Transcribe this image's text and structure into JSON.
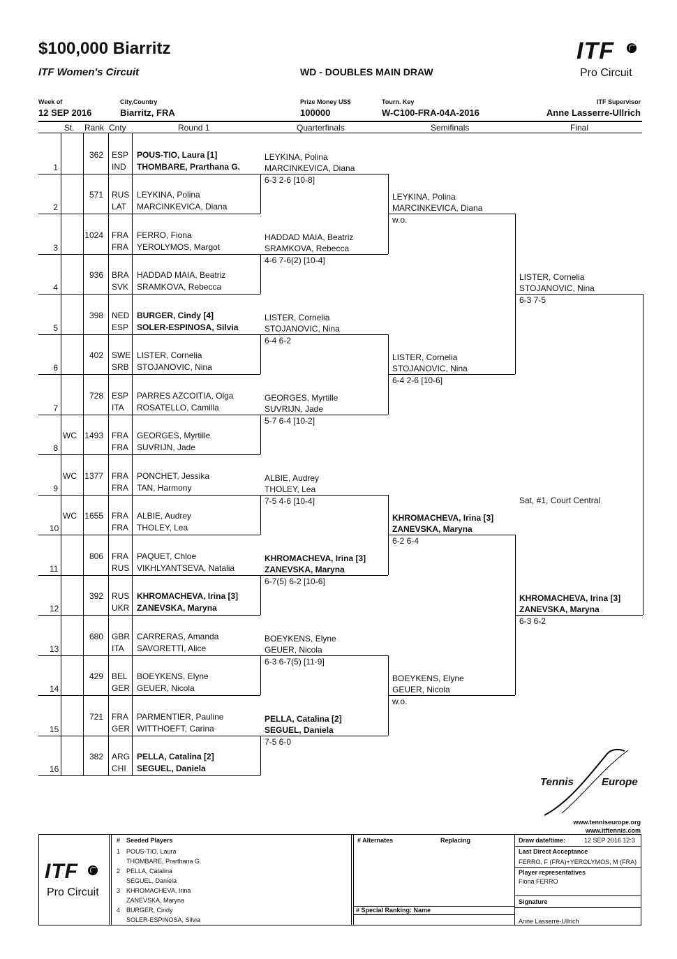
{
  "header": {
    "title": "$100,000 Biarritz",
    "circuit": "ITF Women's Circuit",
    "draw_name": "WD - DOUBLES MAIN DRAW",
    "logo_top": "ITF",
    "logo_bottom": "Pro Circuit"
  },
  "info": {
    "week_label": "Week of",
    "week_value": "12 SEP 2016",
    "city_label": "City,Country",
    "city_value": "Biarritz, FRA",
    "prize_label": "Prize Money US$",
    "prize_value": "100000",
    "key_label": "Tourn. Key",
    "key_value": "W-C100-FRA-04A-2016",
    "sup_label": "ITF Supervisor",
    "sup_value": "Anne Lasserre-Ullrich"
  },
  "columns": {
    "st": "St.",
    "rank": "Rank",
    "cnty": "Cnty",
    "r1": "Round  1",
    "qf": "Quarterfinals",
    "sf": "Semifinals",
    "f": "Final"
  },
  "entries": [
    {
      "n": "1",
      "st": "",
      "rank": "362",
      "c1": "ESP",
      "c2": "IND",
      "p1": "POUS-TIO, Laura [1]",
      "p2": "THOMBARE, Prarthana G.",
      "bold": true
    },
    {
      "n": "2",
      "st": "",
      "rank": "571",
      "c1": "RUS",
      "c2": "LAT",
      "p1": "LEYKINA, Polina",
      "p2": "MARCINKEVICA, Diana",
      "bold": false
    },
    {
      "n": "3",
      "st": "",
      "rank": "1024",
      "c1": "FRA",
      "c2": "FRA",
      "p1": "FERRO, Fiona",
      "p2": "YEROLYMOS, Margot",
      "bold": false
    },
    {
      "n": "4",
      "st": "",
      "rank": "936",
      "c1": "BRA",
      "c2": "SVK",
      "p1": "HADDAD MAIA, Beatriz",
      "p2": "SRAMKOVA, Rebecca",
      "bold": false
    },
    {
      "n": "5",
      "st": "",
      "rank": "398",
      "c1": "NED",
      "c2": "ESP",
      "p1": "BURGER, Cindy [4]",
      "p2": "SOLER-ESPINOSA, Silvia",
      "bold": true
    },
    {
      "n": "6",
      "st": "",
      "rank": "402",
      "c1": "SWE",
      "c2": "SRB",
      "p1": "LISTER, Cornelia",
      "p2": "STOJANOVIC, Nina",
      "bold": false
    },
    {
      "n": "7",
      "st": "",
      "rank": "728",
      "c1": "ESP",
      "c2": "ITA",
      "p1": "PARRES AZCOITIA, Olga",
      "p2": "ROSATELLO, Camilla",
      "bold": false
    },
    {
      "n": "8",
      "st": "WC",
      "rank": "1493",
      "c1": "FRA",
      "c2": "FRA",
      "p1": "GEORGES, Myrtille",
      "p2": "SUVRIJN, Jade",
      "bold": false
    },
    {
      "n": "9",
      "st": "WC",
      "rank": "1377",
      "c1": "FRA",
      "c2": "FRA",
      "p1": "PONCHET, Jessika",
      "p2": "TAN, Harmony",
      "bold": false
    },
    {
      "n": "10",
      "st": "WC",
      "rank": "1655",
      "c1": "FRA",
      "c2": "FRA",
      "p1": "ALBIE, Audrey",
      "p2": "THOLEY, Lea",
      "bold": false
    },
    {
      "n": "11",
      "st": "",
      "rank": "806",
      "c1": "FRA",
      "c2": "RUS",
      "p1": "PAQUET, Chloe",
      "p2": "VIKHLYANTSEVA, Natalia",
      "bold": false
    },
    {
      "n": "12",
      "st": "",
      "rank": "392",
      "c1": "RUS",
      "c2": "UKR",
      "p1": "KHROMACHEVA, Irina [3]",
      "p2": "ZANEVSKA, Maryna",
      "bold": true
    },
    {
      "n": "13",
      "st": "",
      "rank": "680",
      "c1": "GBR",
      "c2": "ITA",
      "p1": "CARRERAS, Amanda",
      "p2": "SAVORETTI, Alice",
      "bold": false
    },
    {
      "n": "14",
      "st": "",
      "rank": "429",
      "c1": "BEL",
      "c2": "GER",
      "p1": "BOEYKENS, Elyne",
      "p2": "GEUER, Nicola",
      "bold": false
    },
    {
      "n": "15",
      "st": "",
      "rank": "721",
      "c1": "FRA",
      "c2": "GER",
      "p1": "PARMENTIER, Pauline",
      "p2": "WITTHOEFT, Carina",
      "bold": false
    },
    {
      "n": "16",
      "st": "",
      "rank": "382",
      "c1": "ARG",
      "c2": "CHI",
      "p1": "PELLA, Catalina [2]",
      "p2": "SEGUEL, Daniela",
      "bold": true
    }
  ],
  "qf": [
    {
      "p1": "LEYKINA, Polina",
      "p2": "MARCINKEVICA, Diana",
      "score": "6-3 2-6 [10-8]",
      "bold": false
    },
    {
      "p1": "HADDAD MAIA, Beatriz",
      "p2": "SRAMKOVA, Rebecca",
      "score": "4-6 7-6(2) [10-4]",
      "bold": false
    },
    {
      "p1": "LISTER, Cornelia",
      "p2": "STOJANOVIC, Nina",
      "score": "6-4 6-2",
      "bold": false
    },
    {
      "p1": "GEORGES, Myrtille",
      "p2": "SUVRIJN, Jade",
      "score": "5-7 6-4 [10-2]",
      "bold": false
    },
    {
      "p1": "ALBIE, Audrey",
      "p2": "THOLEY, Lea",
      "score": "7-5 4-6 [10-4]",
      "bold": false
    },
    {
      "p1": "KHROMACHEVA, Irina [3]",
      "p2": "ZANEVSKA, Maryna",
      "score": "6-7(5) 6-2 [10-6]",
      "bold": true
    },
    {
      "p1": "BOEYKENS, Elyne",
      "p2": "GEUER, Nicola",
      "score": "6-3 6-7(5) [11-9]",
      "bold": false
    },
    {
      "p1": "PELLA, Catalina [2]",
      "p2": "SEGUEL, Daniela",
      "score": "7-5 6-0",
      "bold": true
    }
  ],
  "sf": [
    {
      "p1": "LEYKINA, Polina",
      "p2": "MARCINKEVICA, Diana",
      "score": "w.o.",
      "bold": false
    },
    {
      "p1": "LISTER, Cornelia",
      "p2": "STOJANOVIC, Nina",
      "score": "6-4 2-6 [10-6]",
      "bold": false
    },
    {
      "p1": "KHROMACHEVA, Irina [3]",
      "p2": "ZANEVSKA, Maryna",
      "score": "6-2 6-4",
      "bold": true
    },
    {
      "p1": "BOEYKENS, Elyne",
      "p2": "GEUER, Nicola",
      "score": "w.o.",
      "bold": false
    }
  ],
  "final": [
    {
      "p1": "LISTER, Cornelia",
      "p2": "STOJANOVIC, Nina",
      "score": "6-3 7-5",
      "bold": false
    },
    {
      "p1": "KHROMACHEVA, Irina [3]",
      "p2": "ZANEVSKA, Maryna",
      "score": "6-3 6-2",
      "bold": true
    }
  ],
  "final_info": "Sat, #1, Court Central",
  "sponsor": {
    "left": "Tennis",
    "right": "Europe",
    "url1": "www.tenniseurope.org",
    "url2": "www.itftennis.com"
  },
  "footer": {
    "seeded_hash": "#",
    "seeded_title": "Seeded Players",
    "seeds": [
      {
        "n": "1",
        "a": "POUS-TIO, Laura",
        "b": "THOMBARE, Prarthana G."
      },
      {
        "n": "2",
        "a": "PELLA, Catalina",
        "b": "SEGUEL, Daniela"
      },
      {
        "n": "3",
        "a": "KHROMACHEVA, Irina",
        "b": "ZANEVSKA, Maryna"
      },
      {
        "n": "4",
        "a": "BURGER, Cindy",
        "b": "SOLER-ESPINOSA, Silvia"
      }
    ],
    "alternates": "# Alternates",
    "replacing": "Replacing",
    "special_ranking": "#  Special Ranking: Name",
    "draw_date_label": "Draw date/time:",
    "draw_date_value": "12 SEP 2016 12:3",
    "lda_label": "Last Direct Acceptance",
    "lda_value": "FERRO, F (FRA)+YEROLYMOS, M (FRA)",
    "rep_label": "Player representatives",
    "rep_value": "Fiona FERRO",
    "sig_label": "Signature",
    "sig_value": "Anne Lasserre-Ullrich"
  }
}
